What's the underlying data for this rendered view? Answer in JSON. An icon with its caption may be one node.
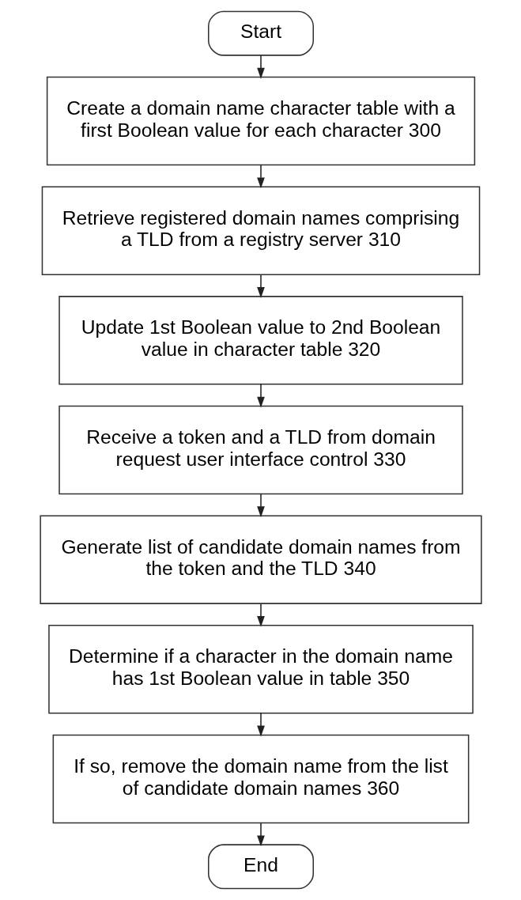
{
  "diagram": {
    "nodes": [
      {
        "text": [
          "Start"
        ]
      },
      {
        "text": [
          "Create a domain name character table with a first Boolean value for each character 300"
        ]
      },
      {
        "text": [
          "Retrieve registered domain names comprising a TLD from a registry server 310"
        ]
      },
      {
        "text": [
          "Update 1st Boolean value to 2nd Boolean value in character table 320"
        ]
      },
      {
        "text": [
          "Receive a token and a TLD from domain request user interface control 330"
        ]
      },
      {
        "text": [
          "Generate list of candidate domain names from the token and the TLD 340"
        ]
      },
      {
        "text": [
          "Determine if a character in the domain name has 1st Boolean value in table 350"
        ]
      },
      {
        "text": [
          "If so, remove the domain name from the list of candidate domain names 360"
        ]
      },
      {
        "text": [
          "End"
        ]
      }
    ],
    "edges": [
      {
        "from": 0,
        "to": 1,
        "arrow": "to"
      },
      {
        "from": 1,
        "to": 2,
        "arrow": "to"
      },
      {
        "from": 2,
        "to": 3,
        "arrow": "to"
      },
      {
        "from": 3,
        "to": 4,
        "arrow": "to"
      },
      {
        "from": 4,
        "to": 5,
        "arrow": "to"
      },
      {
        "from": 5,
        "to": 6,
        "arrow": "to"
      },
      {
        "from": 6,
        "to": 7,
        "arrow": "to"
      },
      {
        "from": 7,
        "to": 8,
        "arrow": "to"
      }
    ]
  }
}
